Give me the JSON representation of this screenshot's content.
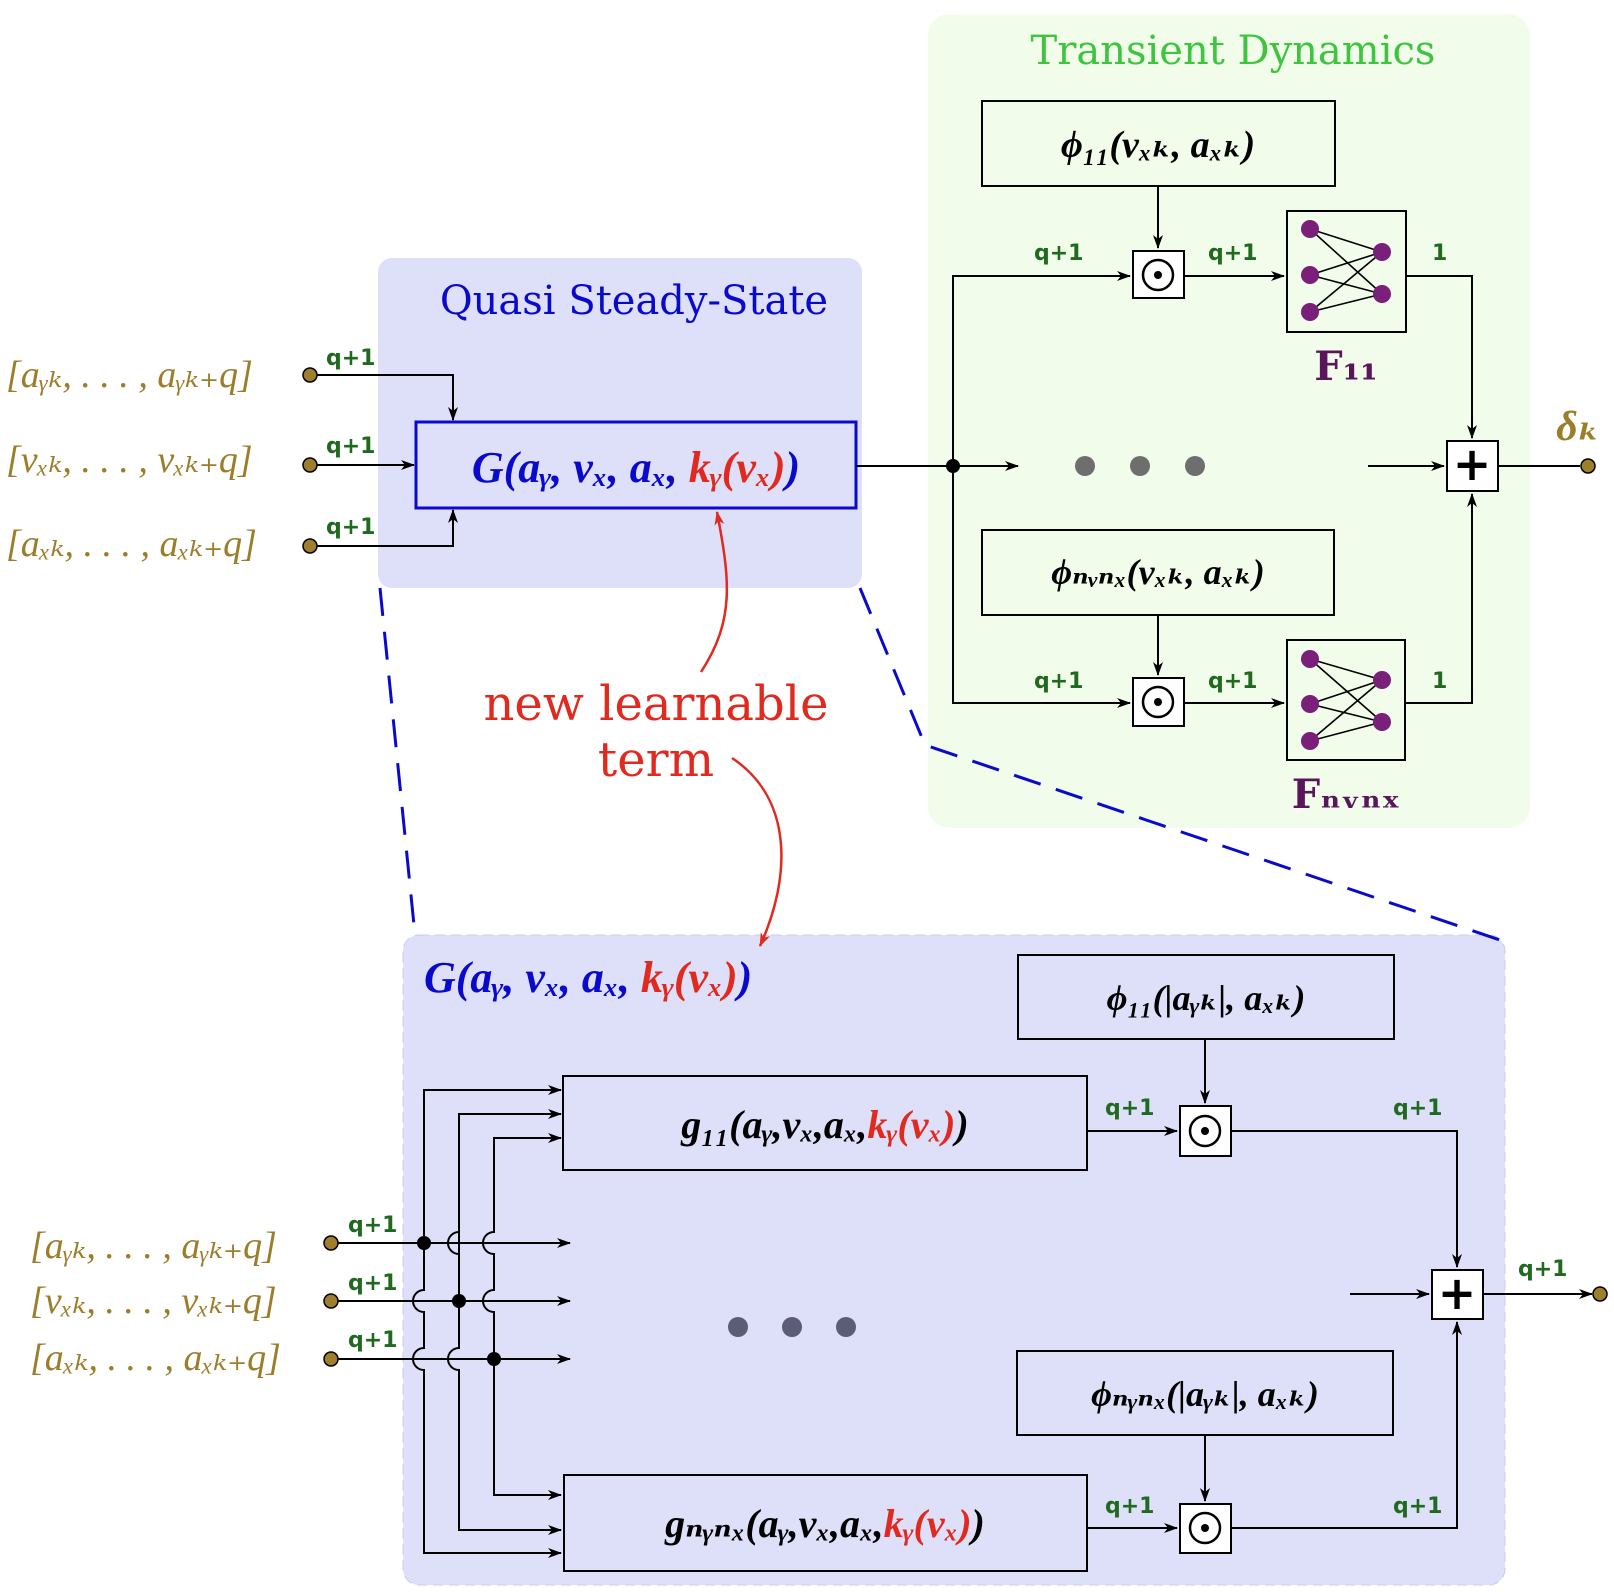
{
  "colors": {
    "input_gold": "#9c7d2a",
    "blue": "#0a0acc",
    "red": "#e02a20",
    "green_title": "#3ec43e",
    "purple": "#7a1f7a",
    "dark_green_label": "#1f6a1f",
    "qss_bg": "#dedff8",
    "transient_bg": "#f1fdea"
  },
  "transient": {
    "title": "Transient Dynamics",
    "phi_top": "ϕ₁₁(vₓₖ, aₓₖ)",
    "phi_bottom": "ϕₙᵥₙₓ(vₓₖ, aₓₖ)",
    "net_top_label": "F₁₁",
    "net_bottom_label": "Fₙᵥₙₓ",
    "q_labels": [
      "q+1",
      "q+1",
      "1",
      "q+1",
      "q+1",
      "1"
    ],
    "output": "δₖ"
  },
  "qss": {
    "title": "Quasi Steady-State",
    "G_expr_prefix": "G(aᵧ, vₓ, aₓ, ",
    "G_expr_learn": "kᵧ(vₓ)",
    "G_expr_suffix": ")",
    "inputs": [
      "[aᵧₖ, . . . , aᵧₖ₊q]",
      "[vₓₖ, . . . , vₓₖ₊q]",
      "[aₓₖ, . . . , aₓₖ₊q]"
    ],
    "q_labels": [
      "q+1",
      "q+1",
      "q+1"
    ]
  },
  "annotation": {
    "line1": "new learnable",
    "line2": "term"
  },
  "detail": {
    "G_expr_prefix": "G(aᵧ, vₓ, aₓ, ",
    "G_expr_learn": "kᵧ(vₓ)",
    "G_expr_suffix": ")",
    "g_top_prefix": "g₁₁(aᵧ,vₓ,aₓ,",
    "g_top_learn": "kᵧ(vₓ)",
    "g_top_suffix": ")",
    "g_bottom_prefix": "gₙᵧₙₓ(aᵧ,vₓ,aₓ,",
    "g_bottom_learn": "kᵧ(vₓ)",
    "g_bottom_suffix": ")",
    "phi_top": "ϕ₁₁(|aᵧₖ|, aₓₖ)",
    "phi_bottom": "ϕₙᵧₙₓ(|aᵧₖ|, aₓₖ)",
    "inputs": [
      "[aᵧₖ, . . . , aᵧₖ₊q]",
      "[vₓₖ, . . . , vₓₖ₊q]",
      "[aₓₖ, . . . , aₓₖ₊q]"
    ],
    "input_q_labels": [
      "q+1",
      "q+1",
      "q+1"
    ],
    "q_labels": [
      "q+1",
      "q+1",
      "q+1",
      "q+1",
      "q+1"
    ],
    "plus_symbol": "+",
    "odot_symbol": "⊙"
  }
}
